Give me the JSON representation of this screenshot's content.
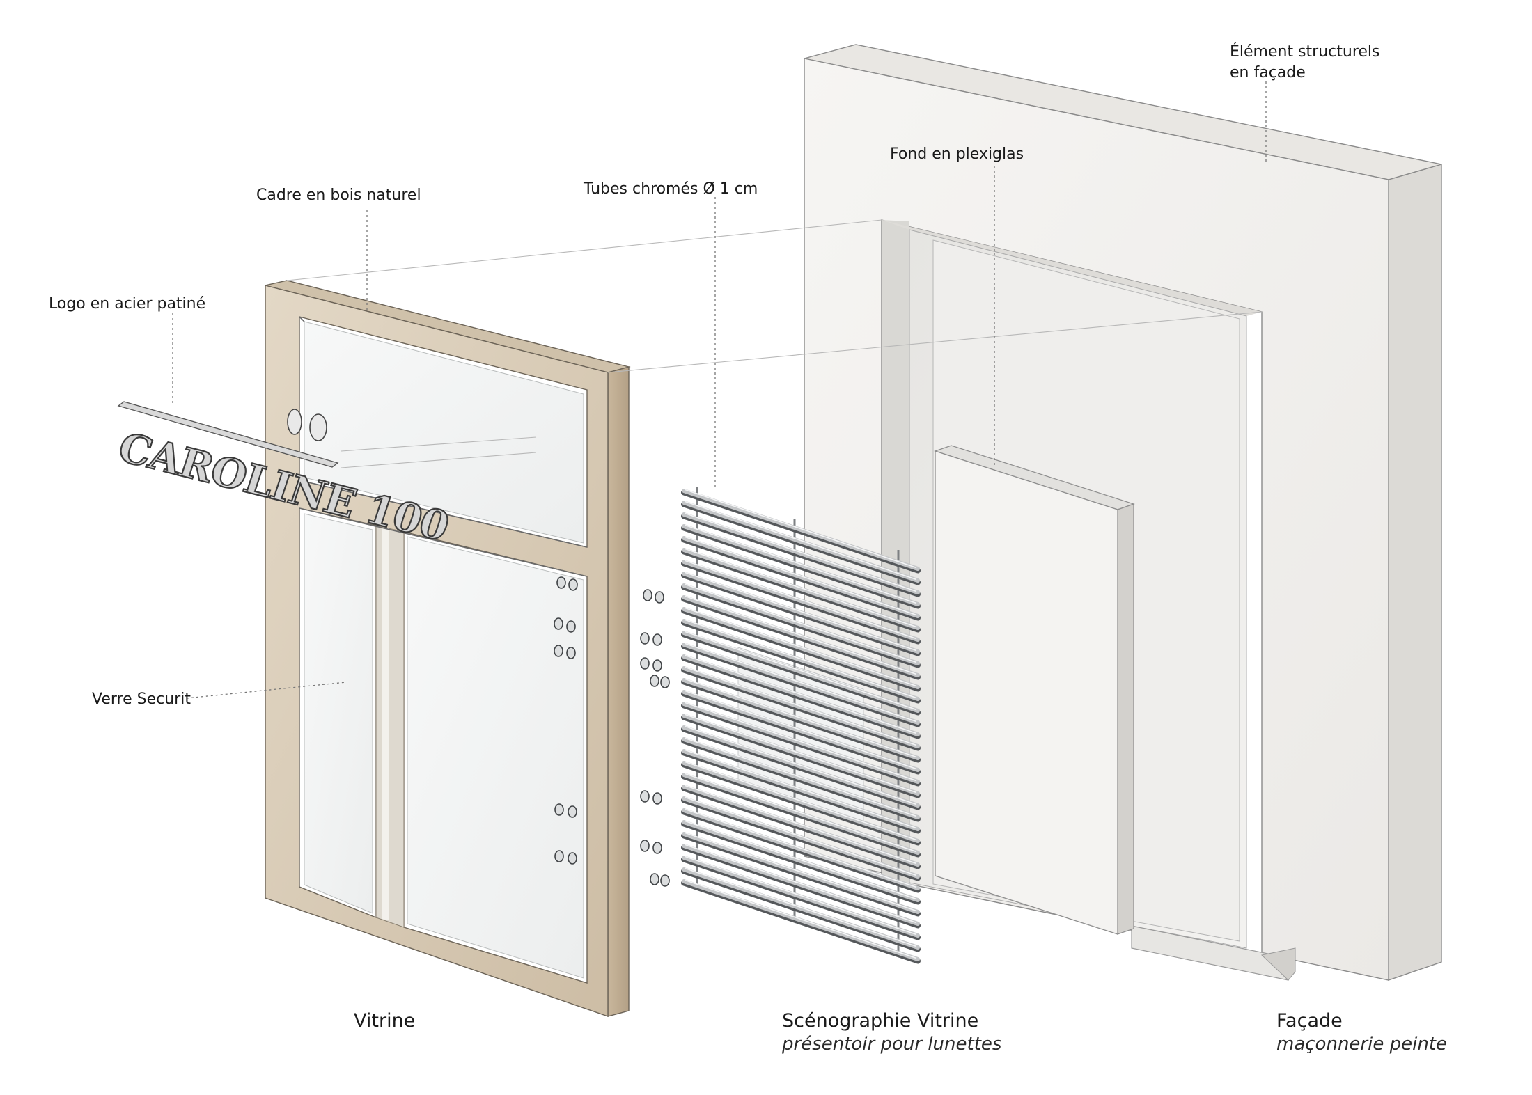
{
  "annotations": {
    "element_structurels": [
      "Élément structurels",
      "en façade"
    ],
    "fond_plexiglas": "Fond en plexiglas",
    "tubes_chromes": "Tubes chromés Ø 1 cm",
    "cadre_bois": "Cadre en bois naturel",
    "logo_acier": "Logo en acier patiné",
    "verre_securit": "Verre Securit"
  },
  "logo": {
    "text": "CAROLINE 100"
  },
  "captions": {
    "vitrine": {
      "title": "Vitrine"
    },
    "scenographie": {
      "title": "Scénographie Vitrine",
      "subtitle": "présentoir pour lunettes"
    },
    "facade": {
      "title": "Façade",
      "subtitle": "maçonnerie peinte"
    }
  },
  "colors": {
    "wood_face": "#d8cbb7",
    "wood_side": "#bcab92",
    "masonry": "#f2f1ef",
    "masonry_side": "#dedcd8",
    "glass": "#f5f6f6",
    "chrome": "#8a8d90"
  }
}
